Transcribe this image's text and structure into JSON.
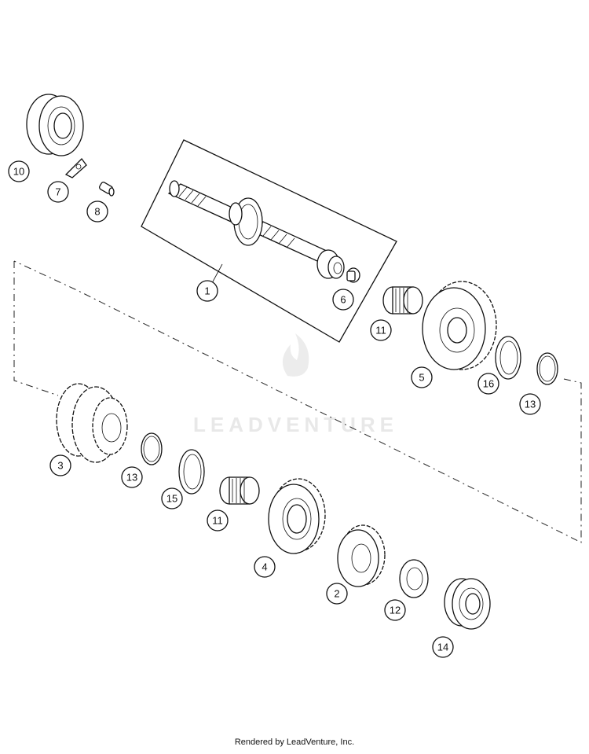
{
  "diagram": {
    "callouts": [
      {
        "id": "c1",
        "label": "1"
      },
      {
        "id": "c2",
        "label": "2"
      },
      {
        "id": "c3",
        "label": "3"
      },
      {
        "id": "c4",
        "label": "4"
      },
      {
        "id": "c5",
        "label": "5"
      },
      {
        "id": "c6",
        "label": "6"
      },
      {
        "id": "c7",
        "label": "7"
      },
      {
        "id": "c8",
        "label": "8"
      },
      {
        "id": "c10",
        "label": "10"
      },
      {
        "id": "c11a",
        "label": "11"
      },
      {
        "id": "c11b",
        "label": "11"
      },
      {
        "id": "c12",
        "label": "12"
      },
      {
        "id": "c13a",
        "label": "13"
      },
      {
        "id": "c13b",
        "label": "13"
      },
      {
        "id": "c14",
        "label": "14"
      },
      {
        "id": "c15",
        "label": "15"
      },
      {
        "id": "c16",
        "label": "16"
      }
    ],
    "watermark": "LEADVENTURE"
  },
  "footer": {
    "text": "Rendered by LeadVenture, Inc."
  }
}
